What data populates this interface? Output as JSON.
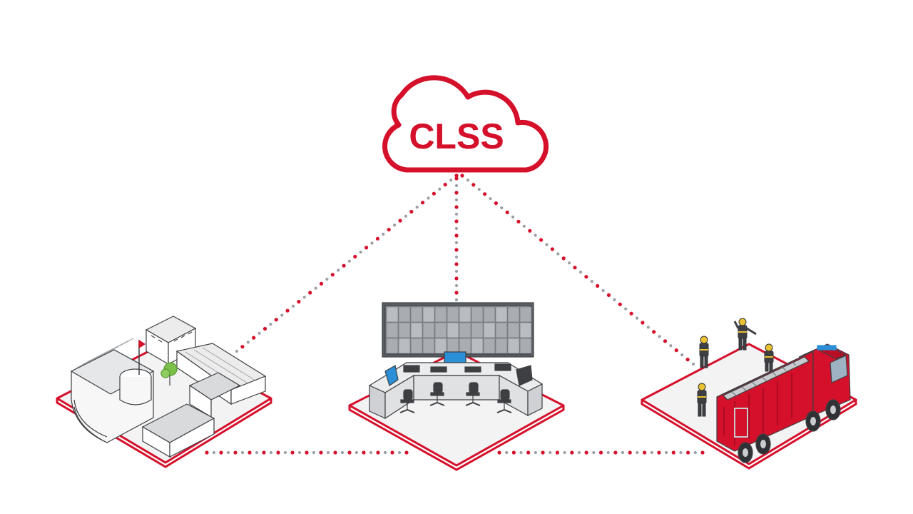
{
  "cloud": {
    "label": "CLSS",
    "icon": "cloud-icon"
  },
  "nodes": [
    {
      "name": "building-node",
      "icon": "building-icon"
    },
    {
      "name": "control-room-node",
      "icon": "control-room-icon"
    },
    {
      "name": "fire-truck-node",
      "icon": "fire-truck-icon"
    }
  ],
  "colors": {
    "accent": "#d5102b",
    "dot_gray": "#9a9fa5",
    "platform_fill": "#f3f3f4",
    "line_dark": "#3d3f42"
  }
}
